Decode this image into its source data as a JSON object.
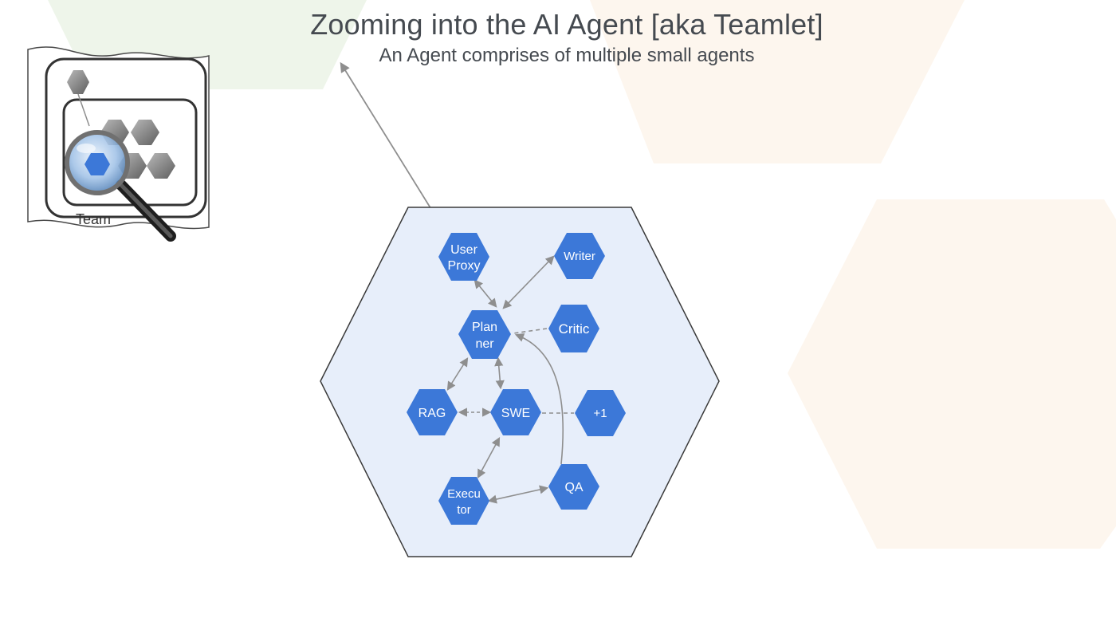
{
  "header": {
    "title": "Zooming into the AI Agent [aka Teamlet]",
    "subtitle": "An Agent comprises of multiple small agents"
  },
  "inset": {
    "team_label": "Team"
  },
  "colors": {
    "agent_fill": "#e7eefa",
    "node_fill": "#3c78d8",
    "arrow": "#8e8e8e",
    "faded_green": "#eef5ea",
    "faded_peach": "#fdf6ee"
  },
  "nodes": {
    "user_proxy": [
      "User",
      "Proxy"
    ],
    "writer": [
      "Writer"
    ],
    "planner": [
      "Plan",
      "ner"
    ],
    "critic": [
      "Critic"
    ],
    "rag": [
      "RAG"
    ],
    "swe": [
      "SWE"
    ],
    "plus_one": [
      "+1"
    ],
    "executor": [
      "Execu",
      "tor"
    ],
    "qa": [
      "QA"
    ]
  }
}
